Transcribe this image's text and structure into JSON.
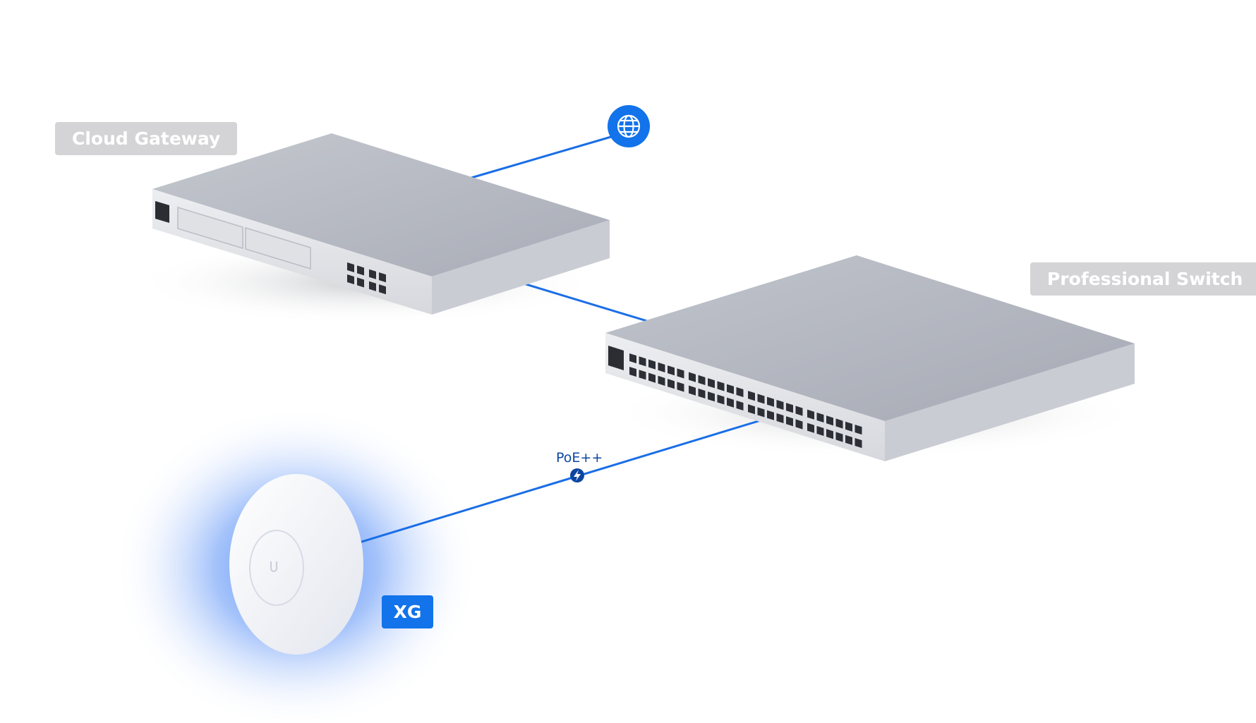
{
  "labels": {
    "cloud_gateway": "Cloud Gateway",
    "professional_switch": "Professional Switch",
    "access_point_badge": "XG",
    "link_poe": "PoE++"
  },
  "icons": {
    "internet": "globe-icon",
    "poe": "lightning-bolt-icon",
    "access_point_logo": "u-logo-icon"
  },
  "colors": {
    "link": "#1a6ee6",
    "accent_blue": "#1273ea",
    "poe_text": "#0d46a1",
    "label_gray": "#d4d4d6",
    "device_top": "#b6b9c1",
    "device_front": "#e4e5e9",
    "glow": "#4a86f7"
  }
}
